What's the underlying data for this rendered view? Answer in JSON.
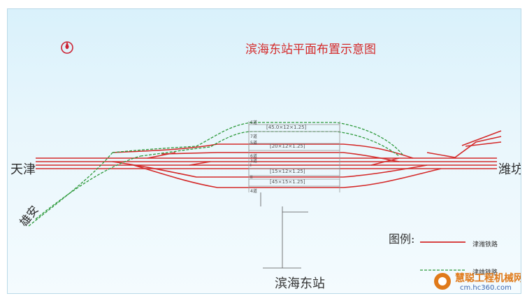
{
  "title": "滨海东站平面布置示意图",
  "stations": {
    "west": "天津",
    "east": "潍坊",
    "southwest": "雄安",
    "station_name": "滨海东站"
  },
  "legend": {
    "title": "图例:",
    "items": [
      {
        "label": "津潍铁路",
        "color": "#d42a2a"
      },
      {
        "label": "津雄铁路",
        "color": "#2e9a3c"
      }
    ]
  },
  "platform_labels": [
    "6道",
    "7道",
    "5道",
    "6道",
    "3道",
    "I",
    "II",
    "4道"
  ],
  "platform_dims": [
    "[45.0×12×1.25]",
    "[20×12×1.25]",
    "[15×12×1.25]",
    "[45×15×1.25]"
  ],
  "watermark": {
    "brand": "慧聪工程机械网",
    "site": "cm.hc360.com"
  },
  "colors": {
    "red_line": "#d42a2a",
    "green_line": "#2e9a3c",
    "background": "#e3f4fb"
  }
}
